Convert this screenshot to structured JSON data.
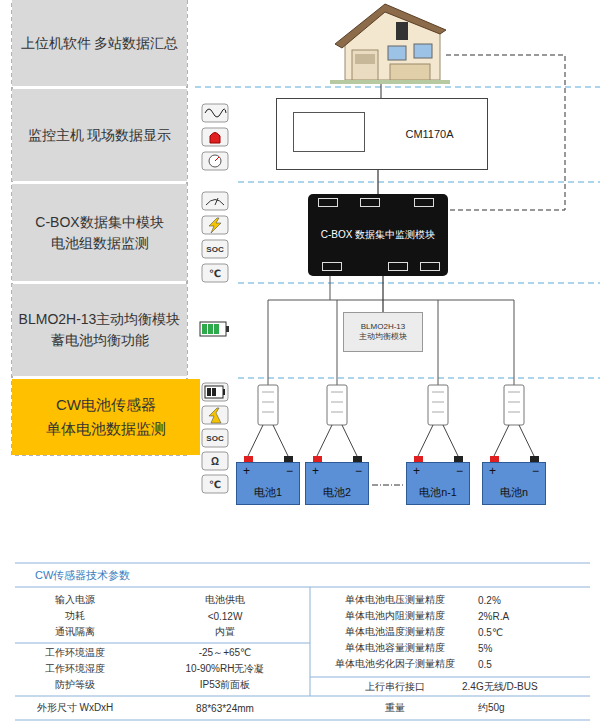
{
  "diagram": {
    "nodes": [
      {
        "text": [
          "上位机软件 多站数据汇总"
        ]
      },
      {
        "text": [
          "监控主机 现场数据显示"
        ]
      },
      {
        "text": [
          "C-BOX数据集中模块 电池组数据监测"
        ]
      },
      {
        "text": [
          "BLMO2H-13主动均衡模块 蓄电池均衡功能"
        ]
      },
      {
        "text": [
          "CW电池传感器 单体电池数据监测"
        ]
      },
      {
        "text": [
          "CM1170A"
        ]
      },
      {
        "text": [
          "C-BOX 数据集中监测模块"
        ]
      },
      {
        "text": [
          "BLMO2H-13 主动均衡模块"
        ]
      },
      {
        "text": [
          "+",
          "−",
          "电池1"
        ]
      },
      {
        "text": [
          "+",
          "−",
          "电池2"
        ]
      },
      {
        "text": [
          "+",
          "−",
          "电池n-1"
        ]
      },
      {
        "text": [
          "+",
          "−",
          "电池n"
        ]
      }
    ],
    "edges": [
      {
        "from": 5,
        "to": 6,
        "arrow": "none"
      },
      {
        "from": 6,
        "to": 7,
        "arrow": "none"
      }
    ],
    "labels": [
      "SOC",
      "℃",
      "SOC",
      "Ω",
      "℃",
      "CW传感器技术参数",
      "输入电源",
      "电池供电",
      "单体电池电压测量精度",
      "0.2%",
      "功耗",
      "<0.12W",
      "单体电池内阻测量精度",
      "2%R.A",
      "通讯隔离",
      "内置",
      "单体电池温度测量精度",
      "0.5℃",
      "单体电池容量测量精度",
      "5%",
      "工作环境温度",
      "-25～+65℃",
      "单体电池劣化因子测量精度",
      "0.5",
      "工作环境湿度",
      "10-90%RH无冷凝",
      "防护等级",
      "IP53前面板",
      "上行串行接口",
      "2.4G无线/D-BUS",
      "外形尺寸 WxDxH",
      "88*63*24mm",
      "重量",
      "约50g"
    ]
  }
}
